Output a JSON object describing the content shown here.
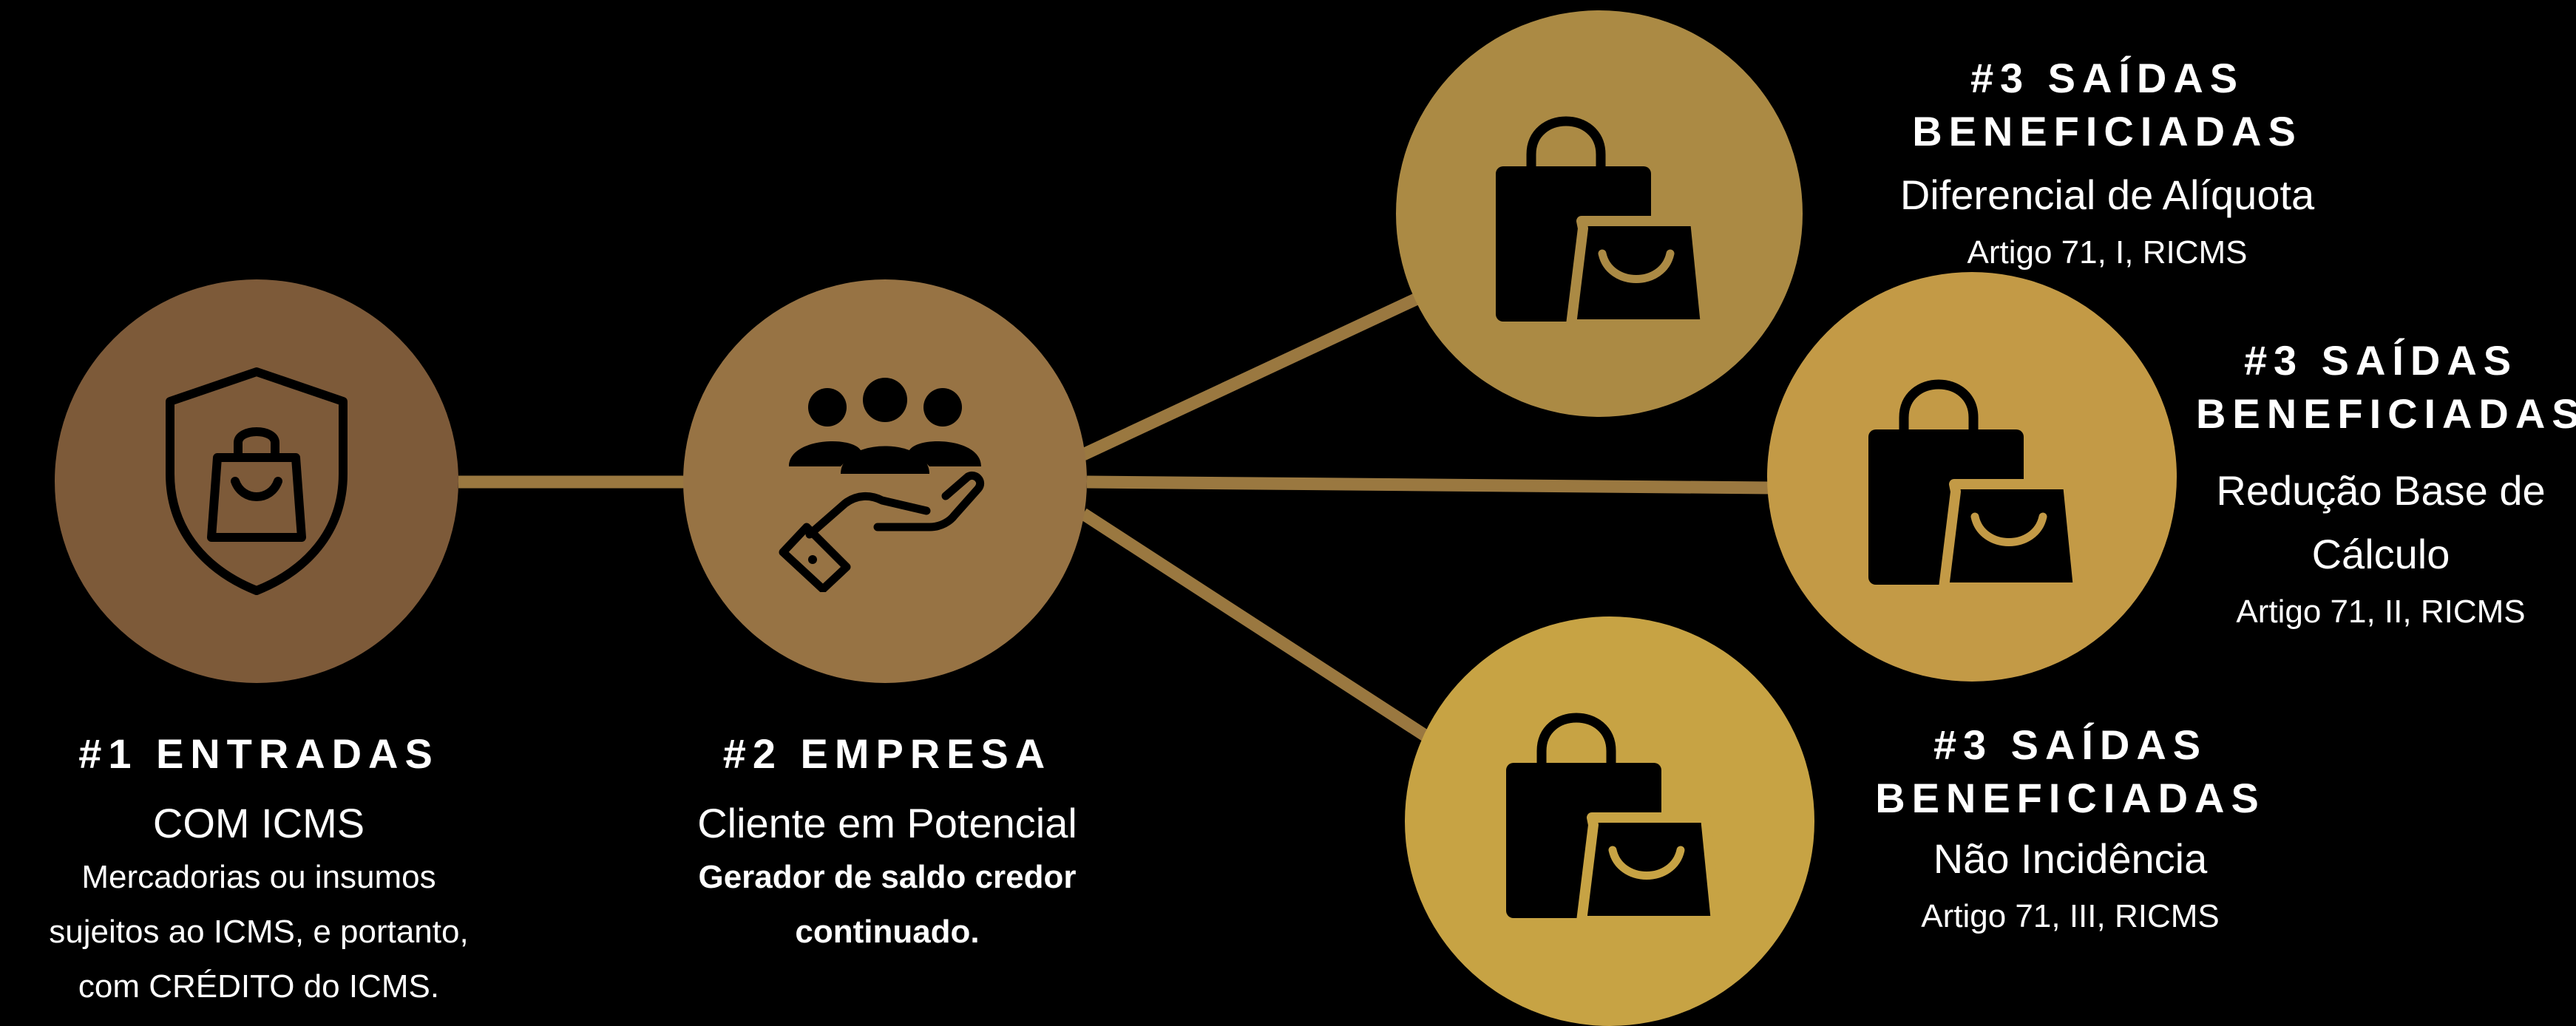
{
  "colors": {
    "background": "#000000",
    "node_entradas": "#7d5a39",
    "node_empresa": "#977344",
    "node_aliquota": "#ab8a44",
    "node_reducao": "#c39a46",
    "node_nao_incidencia": "#c7a344",
    "connector": "#9a7840",
    "icon": "#000000",
    "text": "#ffffff"
  },
  "nodes": {
    "entradas": {
      "icon": "shield-bag-icon",
      "heading": "#1 ENTRADAS",
      "subheading": "COM ICMS",
      "lines": [
        "Mercadorias ou insumos",
        "sujeitos ao ICMS, e portanto,",
        "com CRÉDITO do ICMS."
      ]
    },
    "empresa": {
      "icon": "hand-people-icon",
      "heading": "#2 EMPRESA",
      "subheading": "Cliente em Potencial",
      "lines": [
        "Gerador de saldo credor",
        "continuado."
      ]
    },
    "aliquota": {
      "icon": "shopping-bags-icon",
      "heading": "#3 SAÍDAS BENEFICIADAS",
      "subheading": "Diferencial de Alíquota",
      "reference": "Artigo 71, I, RICMS"
    },
    "reducao": {
      "icon": "shopping-bags-icon",
      "heading_lines": [
        "#3 SAÍDAS",
        "BENEFICIADAS"
      ],
      "subheading_lines": [
        "Redução Base de",
        "Cálculo"
      ],
      "reference": "Artigo 71, II, RICMS"
    },
    "nao_incidencia": {
      "icon": "shopping-bags-icon",
      "heading_lines": [
        "#3 SAÍDAS",
        "BENEFICIADAS"
      ],
      "subheading": "Não Incidência",
      "reference": "Artigo 71, III, RICMS"
    }
  }
}
